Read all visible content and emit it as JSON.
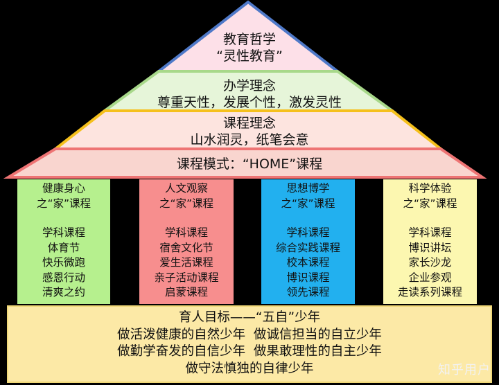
{
  "philosophy": {
    "title": "教育哲学",
    "subtitle": "“灵性教育”"
  },
  "concept": {
    "title": "办学理念",
    "subtitle": "尊重天性，发展个性，激发灵性"
  },
  "curriculum_concept": {
    "title": "课程理念",
    "subtitle": "山水润灵，纸笔会意"
  },
  "curriculum_model": "课程模式：“HOME”课程",
  "pillars": [
    {
      "title": "健康身心",
      "subtitle": "之“家”课程",
      "items": [
        "学科课程",
        "体育节",
        "快乐微跑",
        "感恩行动",
        "清爽之约"
      ],
      "color": "#b6f08e"
    },
    {
      "title": "人文观察",
      "subtitle": "之“家”课程",
      "items": [
        "学科课程",
        "宿舍文化节",
        "爱生活课程",
        "亲子活动课程",
        "启蒙课程"
      ],
      "color": "#f78e8e"
    },
    {
      "title": "思想博学",
      "subtitle": "之“家”课程",
      "items": [
        "学科课程",
        "综合实践课程",
        "校本课程",
        "博识课程",
        "领先课程"
      ],
      "color": "#22b0ef"
    },
    {
      "title": "科学体验",
      "subtitle": "之“家”课程",
      "items": [
        "学科课程",
        "博识讲坛",
        "家长沙龙",
        "企业参观",
        "走读系列课程"
      ],
      "color": "#fcf7b0"
    }
  ],
  "goals": {
    "title": "育人目标——“五自”少年",
    "lines": [
      "做活泼健康的自然少年  做诚信担当的自立少年",
      "做勤学奋发的自信少年  做果敢理性的自主少年",
      "做守法慎独的自律少年"
    ]
  },
  "watermark": "知乎用户",
  "colors": {
    "apex_fill": "#fde0e8",
    "apex_border": "#4f79c8",
    "concept_fill": "#e6f5d9",
    "concept_border": "#a8d88a",
    "curriculum_fill": "#fde4df",
    "curriculum_border": "#f5c01c",
    "model_fill": "#f9d5cf",
    "model_border": "#ee7474"
  }
}
